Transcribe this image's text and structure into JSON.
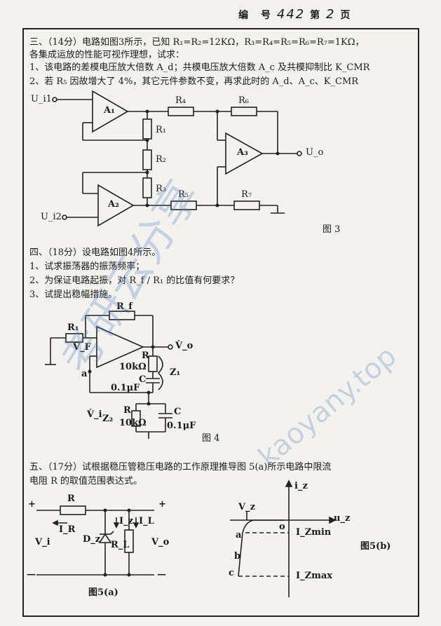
{
  "header": {
    "code_label": "编　号",
    "code_value": "442",
    "page_prefix": "第",
    "page_num": "2",
    "page_suffix": "页"
  },
  "q3": {
    "title": "三、（14分）电路如图3所示，已知 R₁=R₂=12KΩ，R₃=R₄=R₅=R₆=R₇=1KΩ，",
    "line2": "各集成运放的性能可视作理想，试求：",
    "item1": "1、该电路的差模电压放大倍数 A_d；共模电压放大倍数 A_c 及共模抑制比 K_CMR",
    "item2": "2、若 R₅ 因故增大了 4%，其它元件参数不变，再求此时的 A_d、A_c、K_CMR",
    "fig": "图 3",
    "labels": {
      "ui1": "U_i1",
      "ui2": "U_i2",
      "a1": "A₁",
      "a2": "A₂",
      "a3": "A₃",
      "r1": "R₁",
      "r2": "R₂",
      "r3": "R₃",
      "r4": "R₄",
      "r5": "R₅",
      "r6": "R₆",
      "r7": "R₇",
      "uo": "U_o"
    }
  },
  "q4": {
    "title": "四、（18分）设电路如图4所示。",
    "item1": "1、试求振荡器的振荡频率；",
    "item2": "2、为保证电路起振，对 R_f / R₁ 的比值有何要求？",
    "item3": "3、试提出稳幅措施。",
    "fig": "图 4",
    "labels": {
      "rf": "R_f",
      "r1": "R₁",
      "vf": "V̇_F",
      "vo": "V̇_o",
      "r": "R",
      "r10k": "10kΩ",
      "c": "C",
      "c01": "0.1μF",
      "z1": "Z₁",
      "a": "a",
      "vi": "V̇_i",
      "z2": "Z₂",
      "r2": "R",
      "r2v": "10kΩ",
      "c2": "C",
      "c2v": "0.1μF"
    }
  },
  "q5": {
    "title": "五、（17分）试根据稳压管稳压电路的工作原理推导图 5(a)所示电路中限流",
    "line2": "电阻 R 的取值范围表达式。",
    "fig_a": "图5(a)",
    "fig_b": "图5(b)",
    "labels_a": {
      "r": "R",
      "ir": "I_R",
      "iz": "I_z",
      "il": "I_L",
      "dz": "D_z",
      "rl": "R_L",
      "vi": "V_i",
      "vo": "V_o",
      "plus1": "+",
      "plus2": "+",
      "minus1": "—",
      "minus2": "—"
    },
    "labels_b": {
      "iz_axis": "i_z",
      "uz_axis": "u_z",
      "vz": "V_z",
      "o": "o",
      "a": "a",
      "b": "b",
      "c": "c",
      "izmin": "I_Zmin",
      "izmax": "I_Zmax"
    }
  },
  "watermark": {
    "cn": "考研云分享",
    "url": "kaoyany.top"
  }
}
